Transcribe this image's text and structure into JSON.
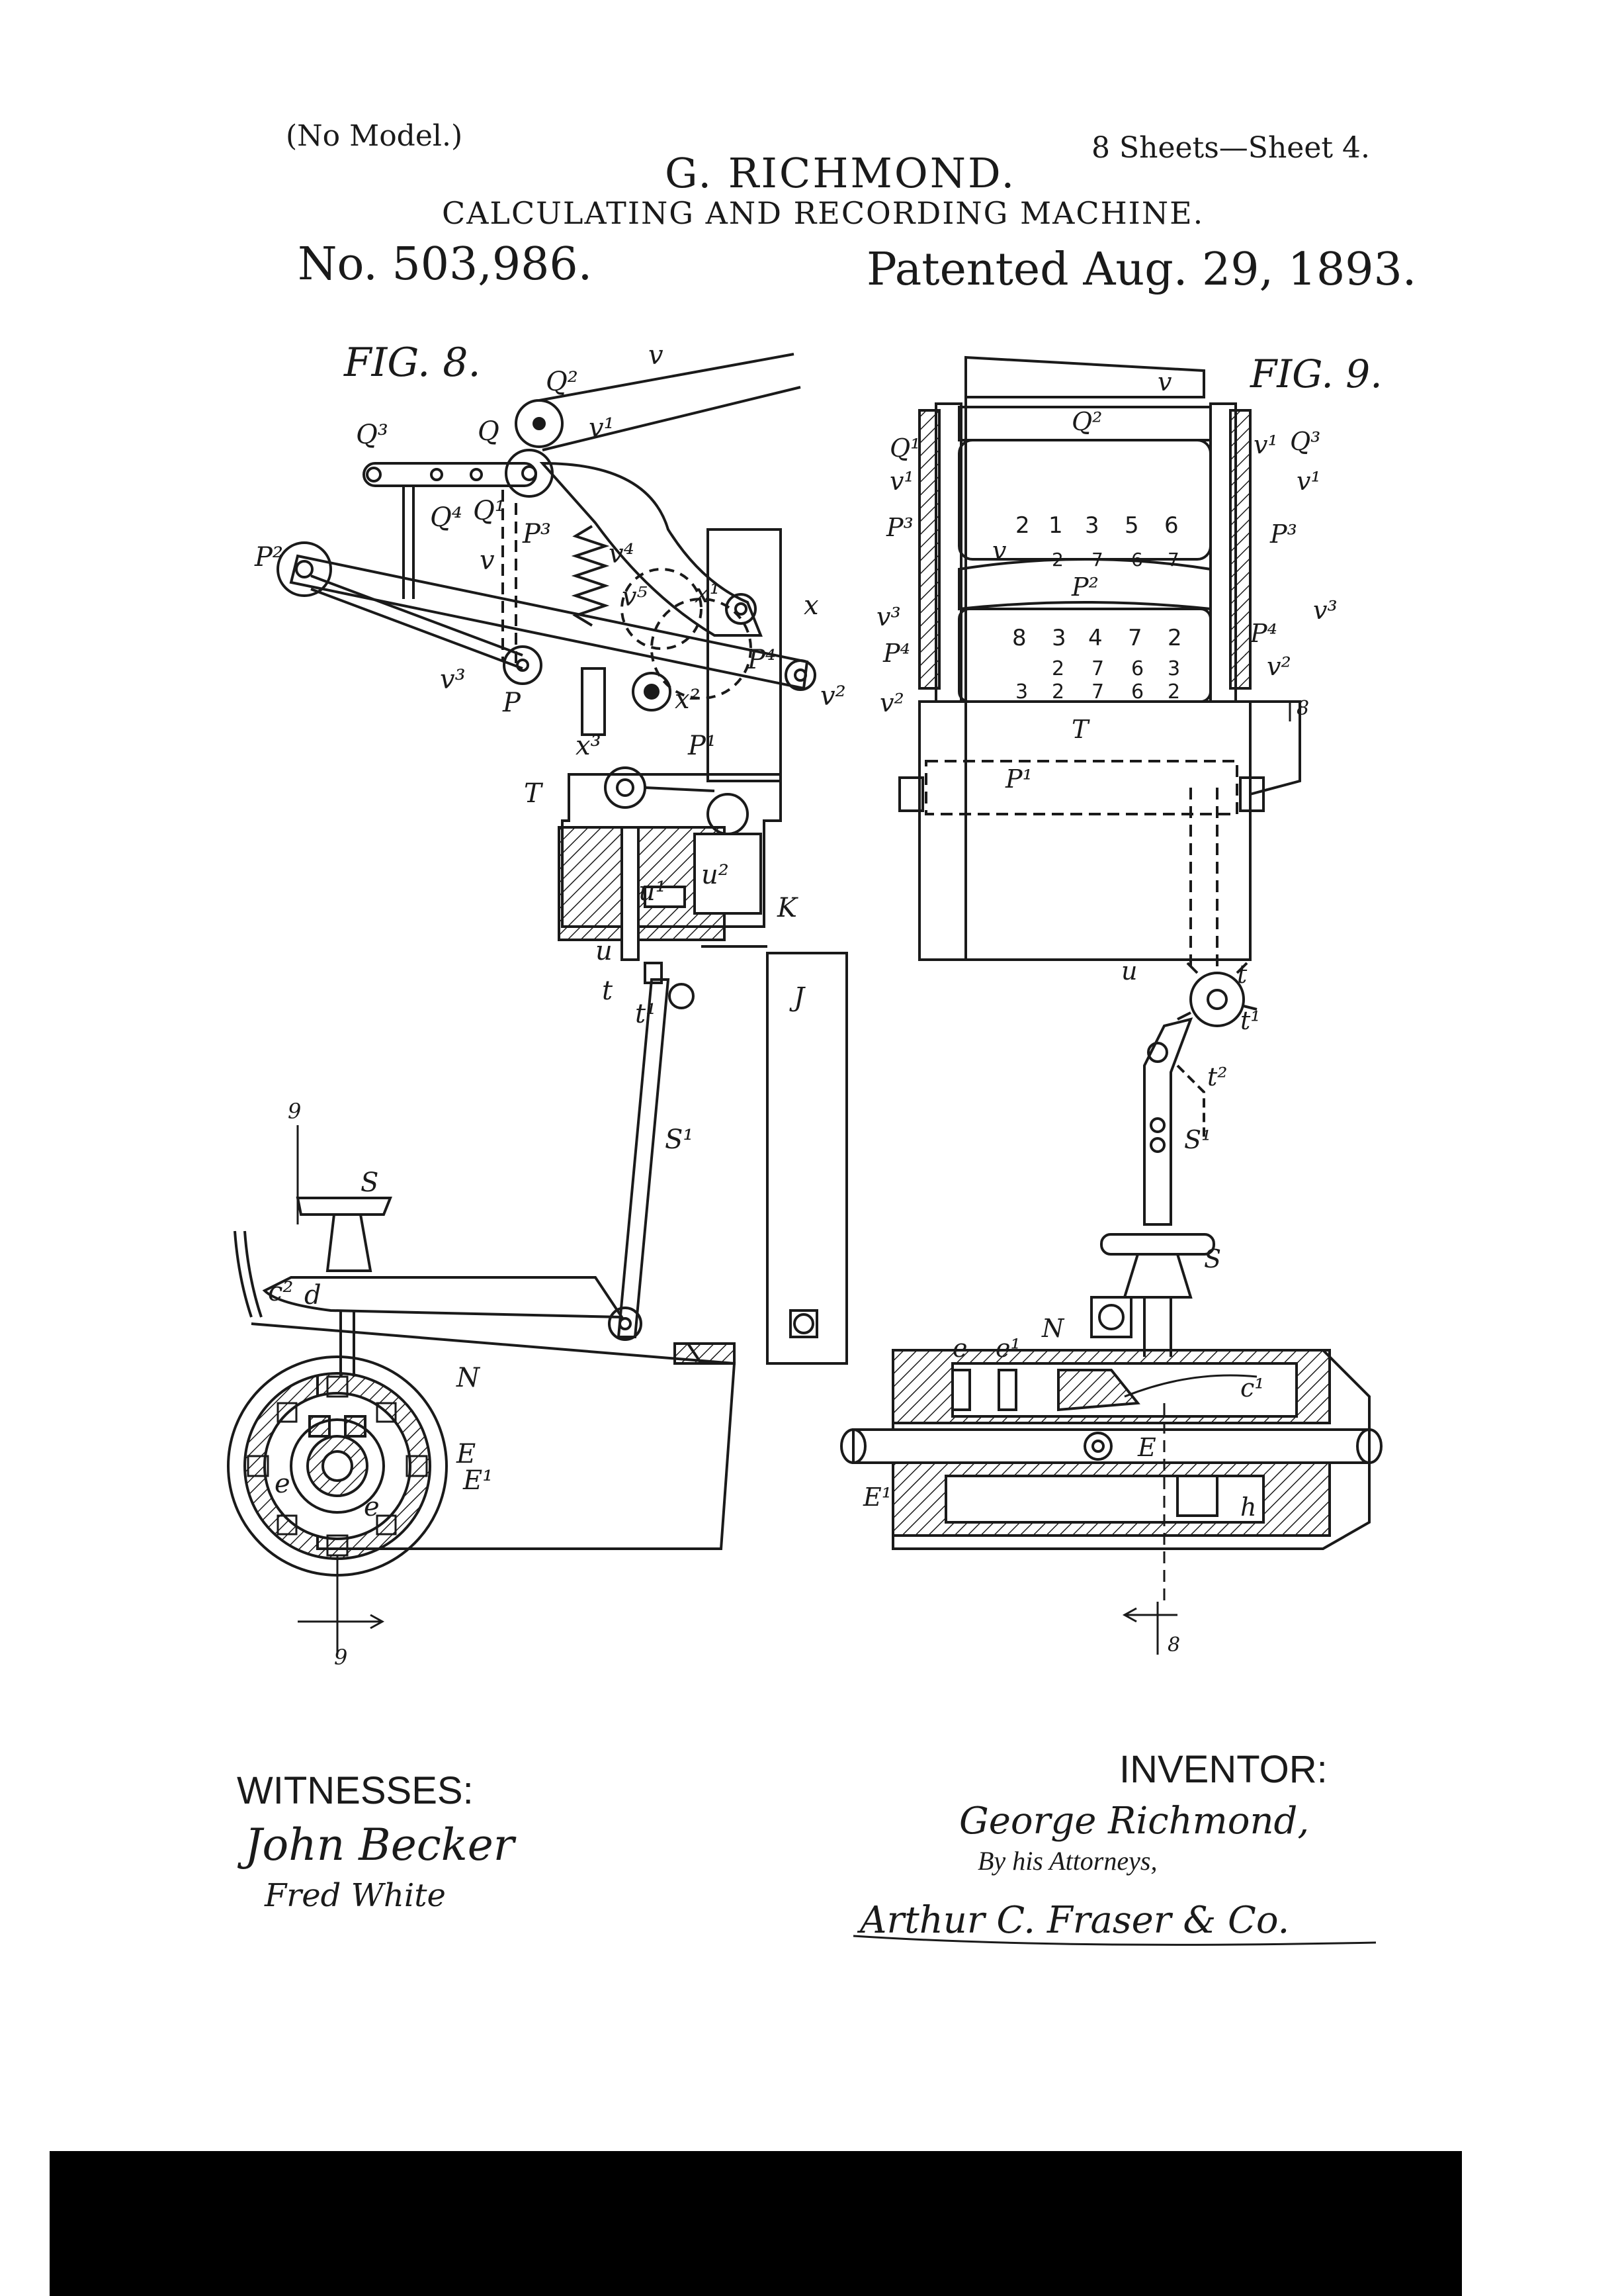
{
  "header": {
    "no_model": "(No Model.)",
    "sheets": "8 Sheets—Sheet 4.",
    "inventor": "G. RICHMOND.",
    "title": "CALCULATING AND RECORDING MACHINE.",
    "patent_no": "No. 503,986.",
    "patent_date": "Patented Aug. 29, 1893."
  },
  "figures": {
    "fig8_label": "FIG. 8.",
    "fig9_label": "FIG. 9."
  },
  "fig8_labels": {
    "Q2": "Q²",
    "Q3": "Q³",
    "Q": "Q",
    "Q4": "Q⁴",
    "Q1": "Q¹",
    "v": "v",
    "v1": "v¹",
    "P3": "P³",
    "v4": "v⁴",
    "P2": "P²",
    "v5": "v⁵",
    "x1": "x¹",
    "x": "x",
    "P4": "P⁴",
    "v3": "v³",
    "P": "P",
    "v2": "v²",
    "x2": "x²",
    "x3": "x³",
    "P1": "P¹",
    "T": "T",
    "u2": "u²",
    "u1": "u¹",
    "K": "K",
    "u": "u",
    "t": "t",
    "t1": "t¹",
    "J": "J",
    "S1": "S¹",
    "S": "S",
    "c2": "c²",
    "d": "d",
    "N": "N",
    "E": "E",
    "E1": "E¹",
    "e": "e",
    "e2": "e",
    "nine_top": "9",
    "nine_bottom": "9"
  },
  "fig9_labels": {
    "v": "v",
    "Q2": "Q²",
    "Q1": "Q¹",
    "v1": "v¹",
    "P3": "P³",
    "v1b": "v¹",
    "Q3": "Q³",
    "v1c": "v¹",
    "P3b": "P³",
    "P2": "P²",
    "v3": "v³",
    "P4": "P⁴",
    "v3b": "v³",
    "P4b": "P⁴",
    "v2": "v²",
    "v2b": "v²",
    "T": "T",
    "P1": "P¹",
    "eight_top": "8",
    "u": "u",
    "t": "t",
    "t1": "t¹",
    "t2": "t²",
    "S1": "S¹",
    "S": "S",
    "N": "N",
    "e": "e",
    "e1": "e¹",
    "c1": "c¹",
    "E": "E",
    "E1": "E¹",
    "h": "h",
    "eight_bottom": "8"
  },
  "fig9_digits": {
    "row1": [
      "2",
      "1",
      "3",
      "5",
      "6"
    ],
    "row2": [
      "8",
      "3",
      "4",
      "7",
      "2"
    ],
    "row3": [
      "2",
      "7",
      "6",
      "3"
    ],
    "row4": [
      "3",
      "2",
      "7",
      "6",
      "2"
    ],
    "row_small": [
      "2",
      "7",
      "6",
      "7"
    ]
  },
  "footer": {
    "witnesses_label": "WITNESSES:",
    "witness1": "John Becker",
    "witness2": "Fred White",
    "inventor_label": "INVENTOR:",
    "inventor_signature": "George Richmond,",
    "by_attorneys": "By his Attorneys,",
    "attorney_signature": "Arthur C. Fraser & Co."
  }
}
